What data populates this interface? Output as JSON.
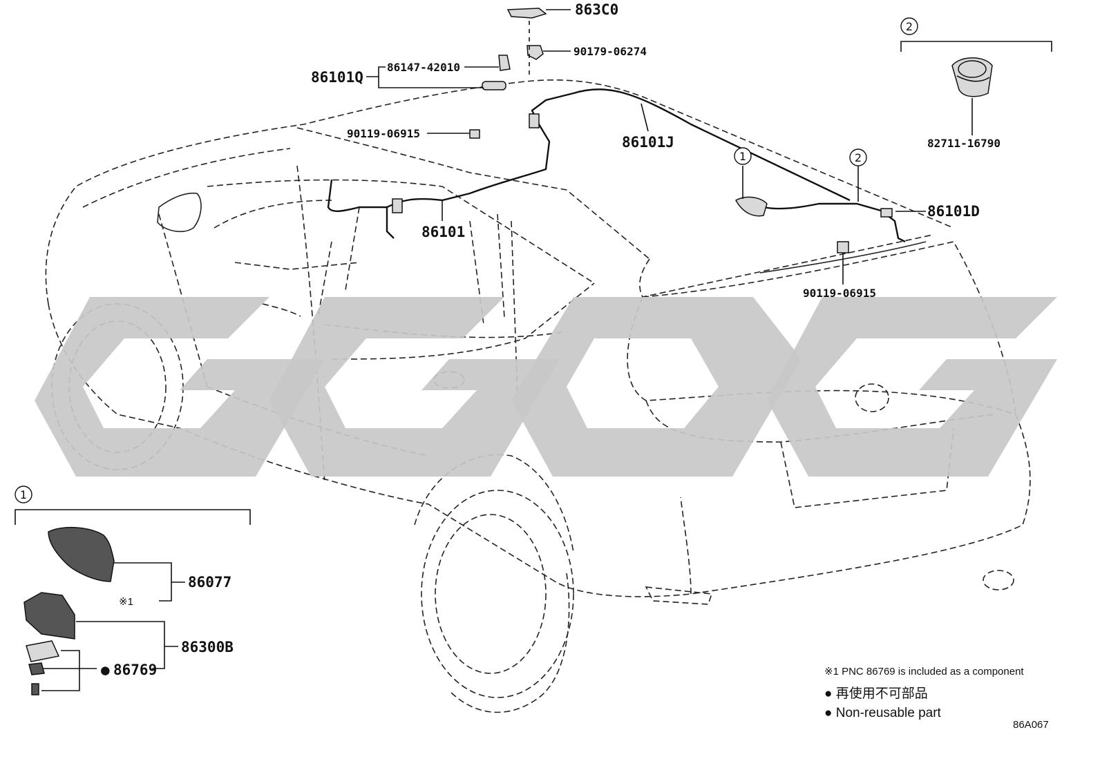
{
  "parts": {
    "p863C0": "863C0",
    "p90179": "90179-06274",
    "p86101Q": "86101Q",
    "p86147": "86147-42010",
    "p90119_top": "90119-06915",
    "p86101J": "86101J",
    "p86101": "86101",
    "p86101D": "86101D",
    "p90119_right": "90119-06915",
    "p82711": "82711-16790",
    "p86077": "86077",
    "p86300B": "86300B",
    "p86769": "86769"
  },
  "callouts": {
    "c1": "1",
    "c2": "2"
  },
  "marks": {
    "ref_note_mark": "※1",
    "bullet": "●"
  },
  "notes": {
    "pnc_note": "※1 PNC 86769 is included as a component",
    "nonreusable_jp": "● 再使用不可部品",
    "nonreusable_en": "● Non-reusable part"
  },
  "figure_id": "86A067",
  "watermark": {
    "color": "#c8c8c8"
  }
}
